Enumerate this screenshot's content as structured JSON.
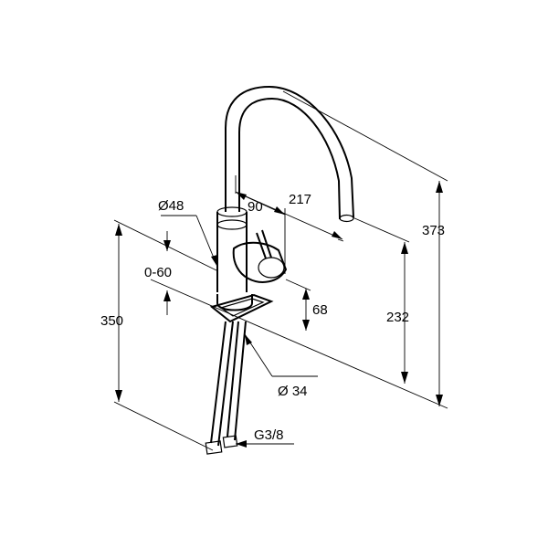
{
  "dimensions": {
    "diameter_body": "Ø48",
    "reach_90": "90",
    "reach_217": "217",
    "base_range": "0-60",
    "height_350": "350",
    "height_373": "373",
    "height_232": "232",
    "lever_68": "68",
    "diameter_base": "Ø 34",
    "thread": "G3/8"
  },
  "colors": {
    "line": "#000000",
    "background": "#ffffff"
  }
}
